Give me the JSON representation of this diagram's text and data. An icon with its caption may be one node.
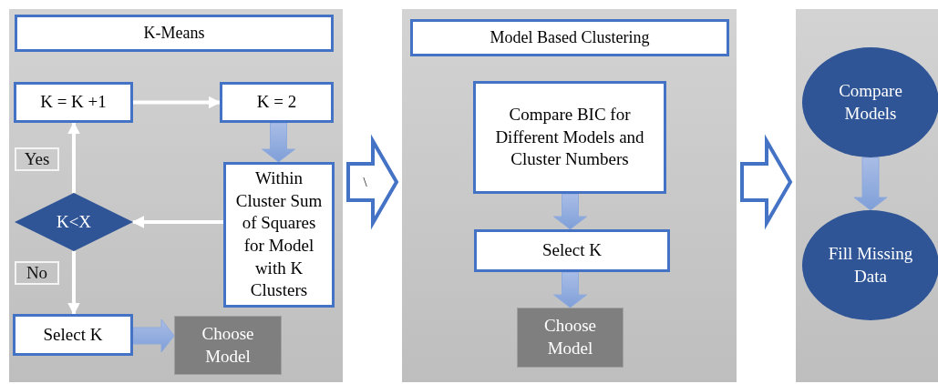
{
  "diagram": {
    "nodes": [
      {
        "text": [],
        "shape": "box"
      },
      {
        "text": [
          "K-Means"
        ],
        "in": 0
      },
      {
        "text": [
          "K = K +1"
        ],
        "in": 0
      },
      {
        "text": [
          "K = 2"
        ],
        "in": 0
      },
      {
        "text": [
          "Within Cluster Sum of Squares for Model with K Clusters"
        ],
        "in": 0
      },
      {
        "text": [
          "K<X"
        ],
        "in": 0
      },
      {
        "text": [
          "Select K"
        ],
        "in": 0
      },
      {
        "text": [
          "Choose Model"
        ],
        "in": 0
      },
      {
        "text": [],
        "shape": "box"
      },
      {
        "text": [
          "Model Based Clustering"
        ],
        "in": 8
      },
      {
        "text": [
          "Compare BIC for Different Models and Cluster Numbers"
        ],
        "in": 8
      },
      {
        "text": [
          "Select K"
        ],
        "in": 8
      },
      {
        "text": [
          "Choose Model"
        ],
        "in": 8
      },
      {
        "text": [],
        "shape": "box"
      },
      {
        "text": [
          "Compare Models"
        ],
        "in": 13
      },
      {
        "text": [
          "Fill Missing Data"
        ],
        "in": 13
      }
    ],
    "edges": [
      {
        "from": 2,
        "to": 3,
        "arrow": "to",
        "color": "#ffffff"
      },
      {
        "from": 3,
        "to": 4,
        "arrow": "to",
        "style": "thick"
      },
      {
        "from": 4,
        "to": 5,
        "arrow": "to",
        "color": "#ffffff"
      },
      {
        "from": 5,
        "to": 2,
        "arrow": "to",
        "label": "Yes",
        "color": "#ffffff"
      },
      {
        "from": 5,
        "to": 6,
        "arrow": "to",
        "label": "No",
        "color": "#ffffff"
      },
      {
        "from": 6,
        "to": 7,
        "arrow": "to",
        "style": "thick"
      },
      {
        "from": 0,
        "to": 8,
        "arrow": "to",
        "label": "\\",
        "style": "thick",
        "color": "#4472c4"
      },
      {
        "from": 10,
        "to": 11,
        "arrow": "to",
        "style": "thick"
      },
      {
        "from": 11,
        "to": 12,
        "arrow": "to",
        "style": "thick"
      },
      {
        "from": 8,
        "to": 13,
        "arrow": "to",
        "style": "thick",
        "color": "#4472c4"
      },
      {
        "from": 14,
        "to": 15,
        "arrow": "to",
        "style": "thick"
      }
    ]
  }
}
